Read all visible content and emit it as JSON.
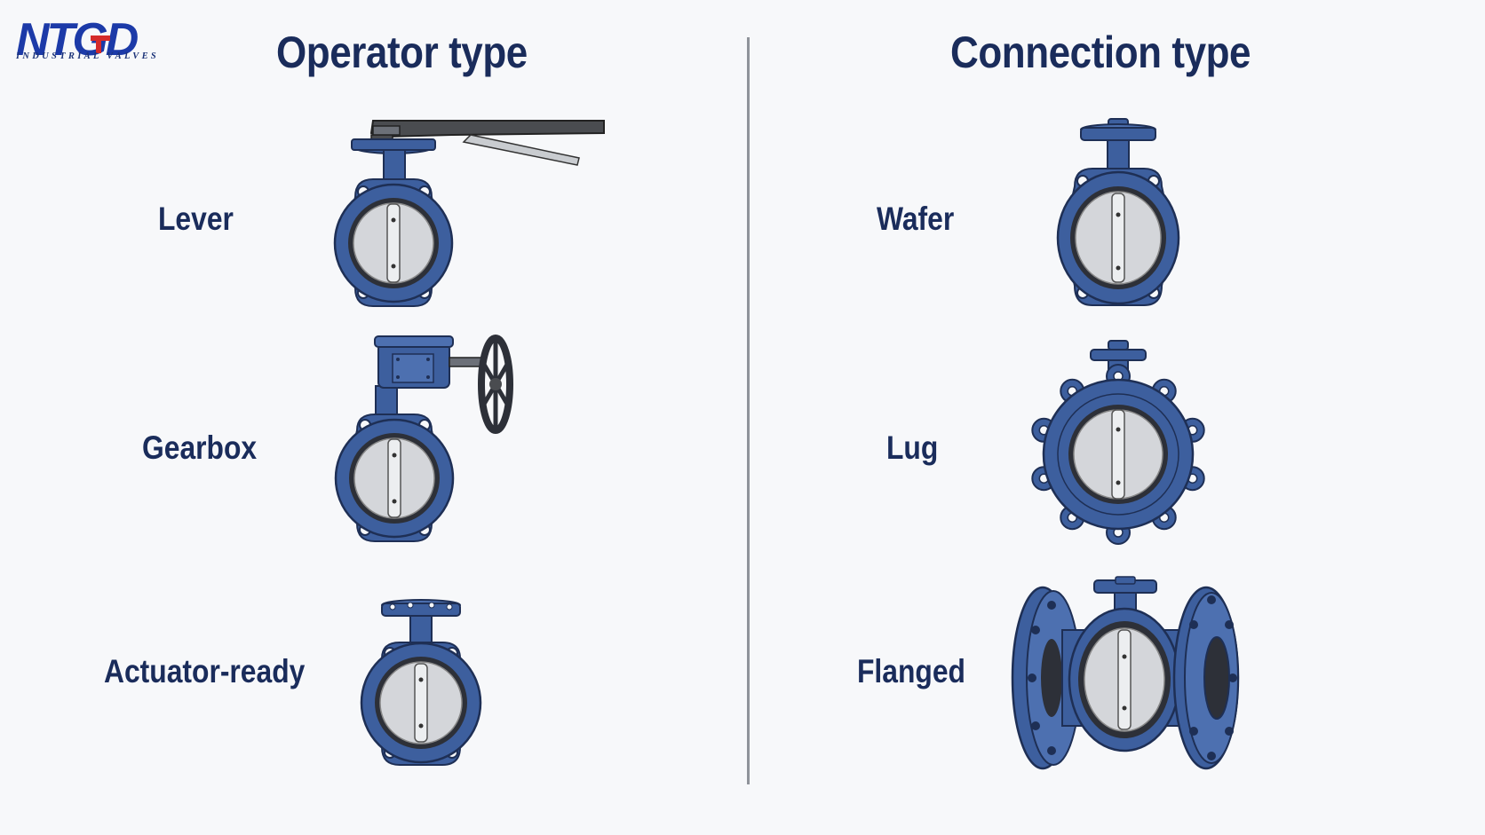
{
  "brand": {
    "logo_text": "NTGD",
    "tagline": "INDUSTRIAL VALVES",
    "color_primary": "#1c3aa8",
    "color_accent": "#d42a2a"
  },
  "sections": [
    {
      "title": "Operator type",
      "items": [
        {
          "label": "Lever",
          "variant": "wafer",
          "operator": "lever"
        },
        {
          "label": "Gearbox",
          "variant": "wafer",
          "operator": "gearbox"
        },
        {
          "label": "Actuator-ready",
          "variant": "wafer",
          "operator": "actuator-pad"
        }
      ]
    },
    {
      "title": "Connection type",
      "items": [
        {
          "label": "Wafer",
          "variant": "wafer",
          "operator": "top-flange"
        },
        {
          "label": "Lug",
          "variant": "lug",
          "operator": "top-flange"
        },
        {
          "label": "Flanged",
          "variant": "flanged",
          "operator": "top-flange"
        }
      ]
    }
  ],
  "colors": {
    "body_blue": "#3d5f9e",
    "body_dark": "#1e2f55",
    "disc_gray": "#d4d6da",
    "liner_dark": "#2d3038",
    "handle_dark": "#4a4c50"
  }
}
